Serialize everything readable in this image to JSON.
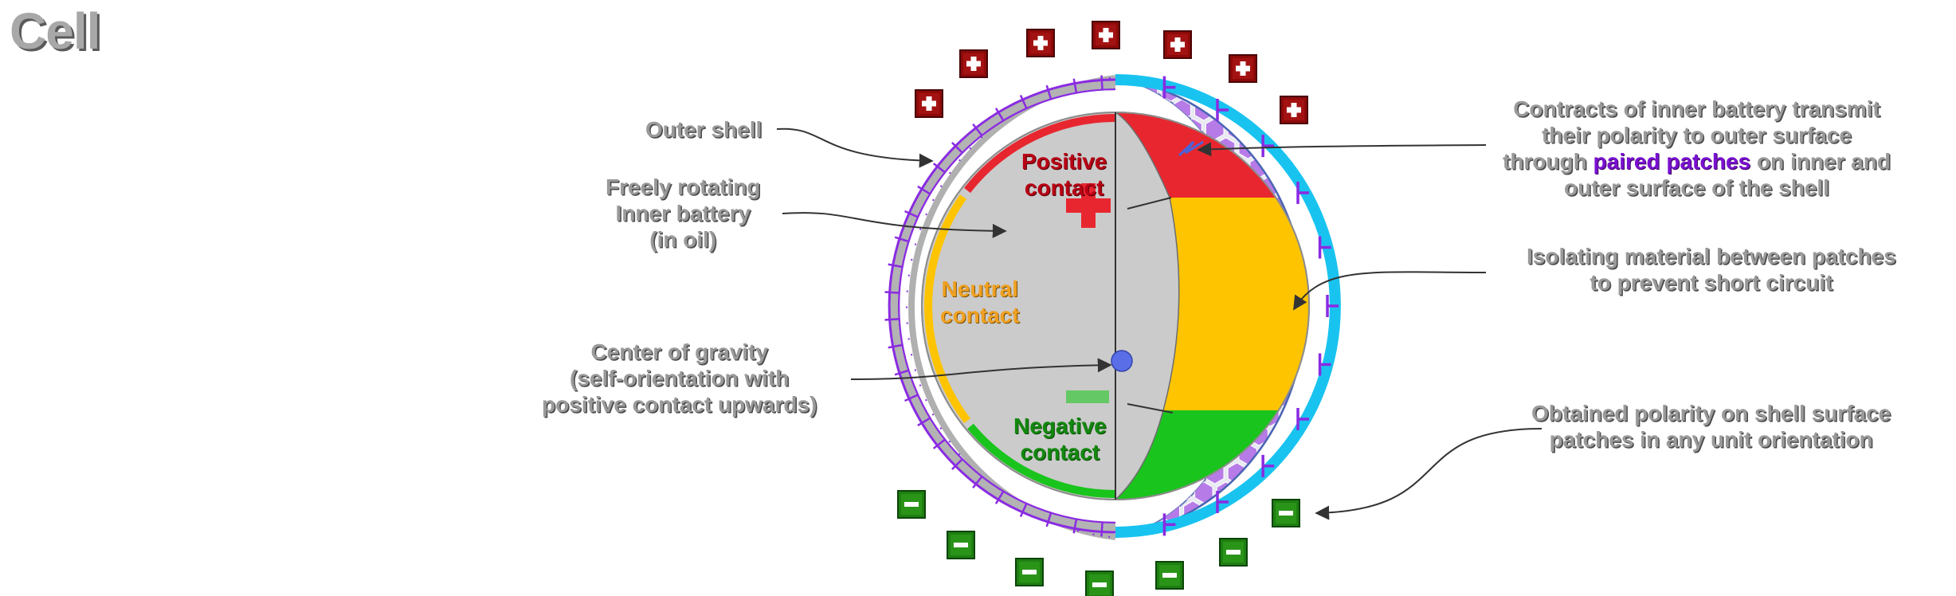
{
  "title": "Cell",
  "labels": {
    "outer_shell": "Outer shell",
    "inner_battery": [
      "Freely rotating",
      "Inner battery",
      "(in oil)"
    ],
    "center_gravity": [
      "Center of gravity",
      "(self-orientation with",
      "positive contact  upwards)"
    ],
    "contracts": {
      "line1": "Contracts of inner battery transmit",
      "line2": "their polarity to outer surface",
      "line3_before": "through ",
      "line3_highlight": "paired patches",
      "line3_after": " on inner and",
      "line4": "outer surface of the shell"
    },
    "isolating": [
      "Isolating material between patches",
      "to prevent short circuit"
    ],
    "obtained": [
      "Obtained polarity on shell surface",
      "patches in any unit  orientation"
    ]
  },
  "contacts": {
    "positive": [
      "Positive",
      "contact"
    ],
    "neutral": [
      "Neutral",
      "contact"
    ],
    "negative": [
      "Negative",
      "contact"
    ]
  },
  "colors": {
    "positive": "#e8262f",
    "positive_terminal": "#8e0a0a",
    "neutral": "#ffc400",
    "negative": "#19c41c",
    "negative_terminal": "#1f7f12",
    "shell_patch": "#8a2be2",
    "conductor": "#19c3f0",
    "hex_patch": "#b77be8",
    "battery_body": "#cbcbcb",
    "label_grey": "#9a9a9a"
  },
  "icons": {
    "positive_terminal": "plus-icon",
    "negative_terminal": "minus-icon"
  }
}
